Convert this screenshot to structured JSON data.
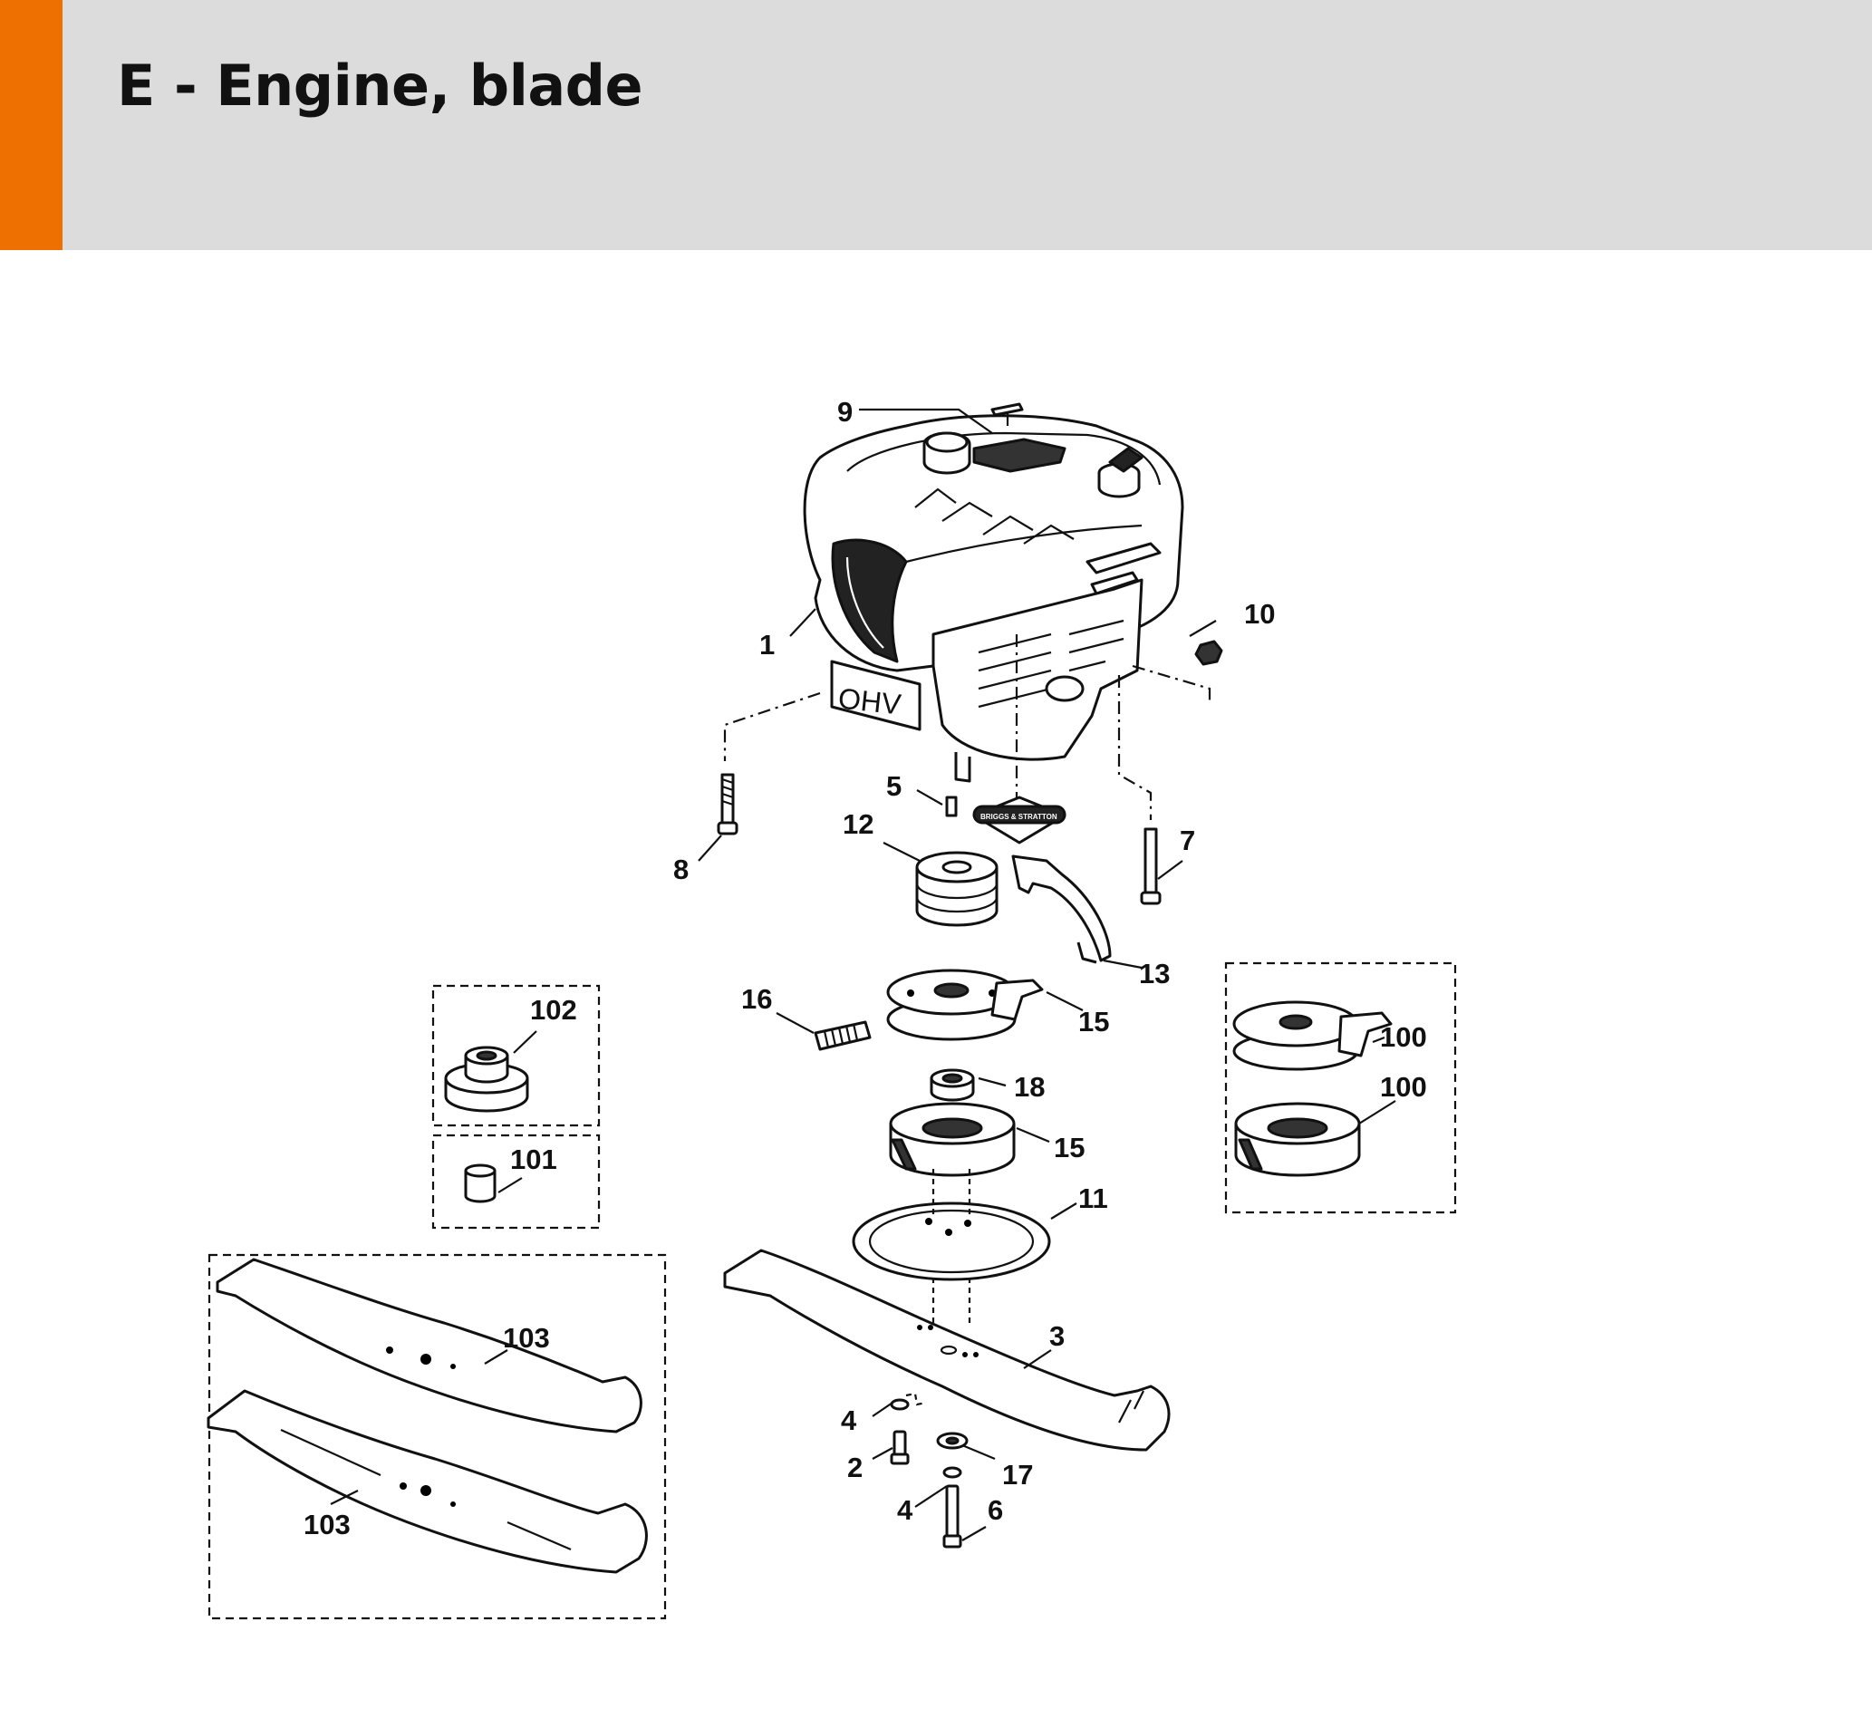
{
  "header": {
    "title": "E - Engine, blade",
    "accent_color": "#ee7000",
    "background_color": "#dcdcdc"
  },
  "diagram": {
    "callouts": [
      {
        "id": "c1",
        "label": "1"
      },
      {
        "id": "c2",
        "label": "2"
      },
      {
        "id": "c3",
        "label": "3"
      },
      {
        "id": "c4a",
        "label": "4"
      },
      {
        "id": "c4b",
        "label": "4"
      },
      {
        "id": "c5",
        "label": "5"
      },
      {
        "id": "c6",
        "label": "6"
      },
      {
        "id": "c7",
        "label": "7"
      },
      {
        "id": "c8",
        "label": "8"
      },
      {
        "id": "c9",
        "label": "9"
      },
      {
        "id": "c10",
        "label": "10"
      },
      {
        "id": "c11",
        "label": "11"
      },
      {
        "id": "c12",
        "label": "12"
      },
      {
        "id": "c13",
        "label": "13"
      },
      {
        "id": "c15a",
        "label": "15"
      },
      {
        "id": "c15b",
        "label": "15"
      },
      {
        "id": "c16",
        "label": "16"
      },
      {
        "id": "c17",
        "label": "17"
      },
      {
        "id": "c18",
        "label": "18"
      },
      {
        "id": "c100a",
        "label": "100"
      },
      {
        "id": "c100b",
        "label": "100"
      },
      {
        "id": "c101",
        "label": "101"
      },
      {
        "id": "c102",
        "label": "102"
      },
      {
        "id": "c103a",
        "label": "103"
      },
      {
        "id": "c103b",
        "label": "103"
      }
    ],
    "engine_label": "OHV",
    "brand_label": "BRIGGS & STRATTON"
  }
}
